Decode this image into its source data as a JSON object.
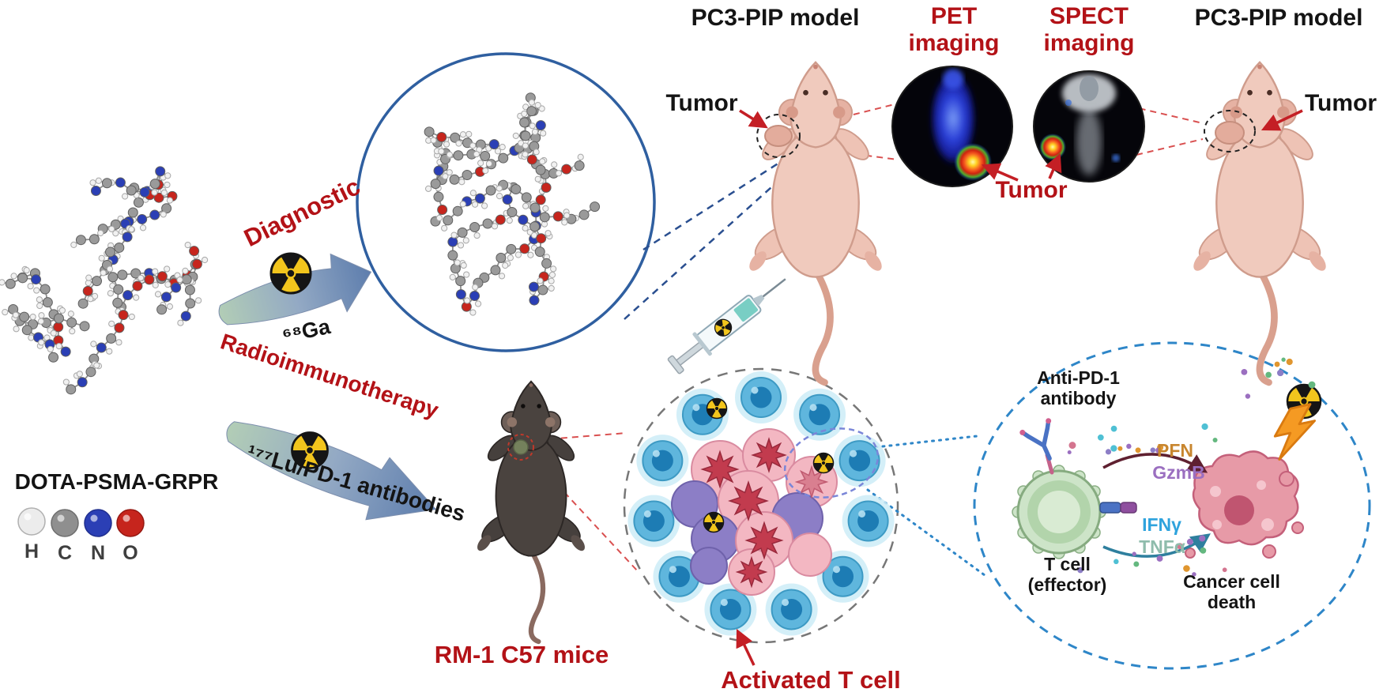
{
  "colors": {
    "accent_red": "#b31217",
    "text_black": "#141414",
    "pfn_orange": "#c8862f",
    "gzmb_purple": "#9b6fc0",
    "ifng_blue": "#2fa3dd",
    "tnfa_teal": "#8fbcac",
    "atom_h": "#ececec",
    "atom_c": "#8f8f8f",
    "atom_n": "#2b3fb5",
    "atom_o": "#c6251d",
    "zoom_circle_blue": "#2f5fa0",
    "dashed_circle_blue": "#2e86c8"
  },
  "molecule": {
    "name": "DOTA-PSMA-GRPR",
    "legend": [
      {
        "symbol": "H"
      },
      {
        "symbol": "C"
      },
      {
        "symbol": "N"
      },
      {
        "symbol": "O"
      }
    ]
  },
  "pathways": {
    "diagnostic": {
      "label": "Diagnostic",
      "isotope": "⁶⁸Ga"
    },
    "radioimmunotherapy": {
      "label": "Radioimmunotherapy",
      "isotope": "¹⁷⁷Lu/PD-1 antibodies"
    }
  },
  "imaging": {
    "left_model": "PC3-PIP model",
    "right_model": "PC3-PIP model",
    "pet": "PET imaging",
    "spect": "SPECT imaging",
    "tumor_left": "Tumor",
    "tumor_scans": "Tumor",
    "tumor_right": "Tumor"
  },
  "therapy": {
    "mouse_model": "RM-1 C57 mice",
    "activated_t_cell": "Activated T cell"
  },
  "mechanism": {
    "antibody": "Anti-PD-1 antibody",
    "pfn": "PFN",
    "gzmb": "GzmB",
    "ifng": "IFNγ",
    "tnfa": "TNFα",
    "t_cell": "T cell (effector)",
    "cancer_cell_death": "Cancer cell death"
  }
}
